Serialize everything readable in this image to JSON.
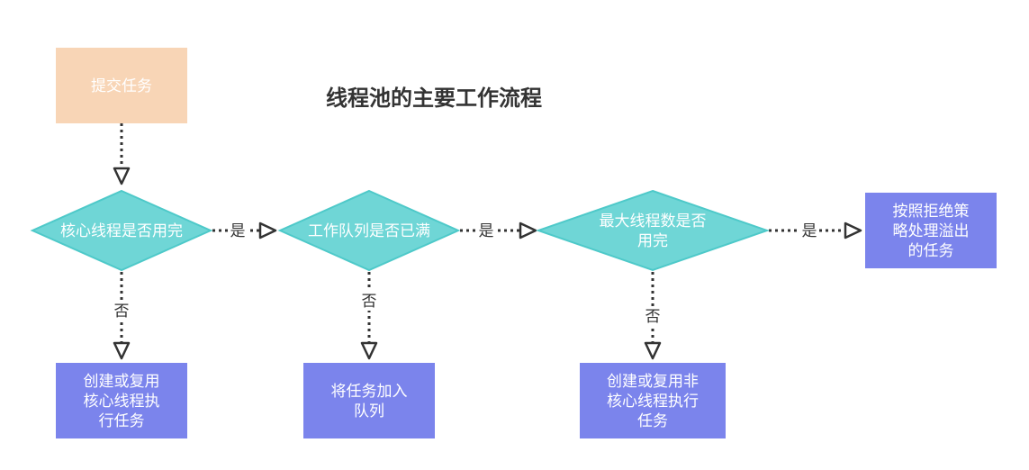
{
  "diagram": {
    "title": "线程池的主要工作流程",
    "colors": {
      "start": "#f8d5b6",
      "decision": "#6fd6d6",
      "decision_dark": "#4ec9c9",
      "process": "#7b84ec",
      "edge": "#333333",
      "text_light": "#ffffff",
      "text_dark": "#333333"
    },
    "nodes": [
      {
        "id": "submit",
        "type": "start",
        "lines": [
          "提交任务"
        ]
      },
      {
        "id": "core_used",
        "type": "decision",
        "lines": [
          "核心线程是否用完"
        ]
      },
      {
        "id": "queue_full",
        "type": "decision",
        "lines": [
          "工作队列是否已满"
        ]
      },
      {
        "id": "max_used",
        "type": "decision",
        "lines": [
          "最大线程数是否",
          "用完"
        ]
      },
      {
        "id": "reject",
        "type": "process",
        "lines": [
          "按照拒绝策",
          "略处理溢出",
          "的任务"
        ]
      },
      {
        "id": "create_core",
        "type": "process",
        "lines": [
          "创建或复用",
          "核心线程执",
          "行任务"
        ]
      },
      {
        "id": "enqueue",
        "type": "process",
        "lines": [
          "将任务加入",
          "队列"
        ]
      },
      {
        "id": "create_noncore",
        "type": "process",
        "lines": [
          "创建或复用非",
          "核心线程执行",
          "任务"
        ]
      }
    ],
    "edges": [
      {
        "from": "submit",
        "to": "core_used",
        "label": ""
      },
      {
        "from": "core_used",
        "to": "queue_full",
        "label": "是"
      },
      {
        "from": "queue_full",
        "to": "max_used",
        "label": "是"
      },
      {
        "from": "max_used",
        "to": "reject",
        "label": "是"
      },
      {
        "from": "core_used",
        "to": "create_core",
        "label": "否"
      },
      {
        "from": "queue_full",
        "to": "enqueue",
        "label": "否"
      },
      {
        "from": "max_used",
        "to": "create_noncore",
        "label": "否"
      }
    ]
  }
}
